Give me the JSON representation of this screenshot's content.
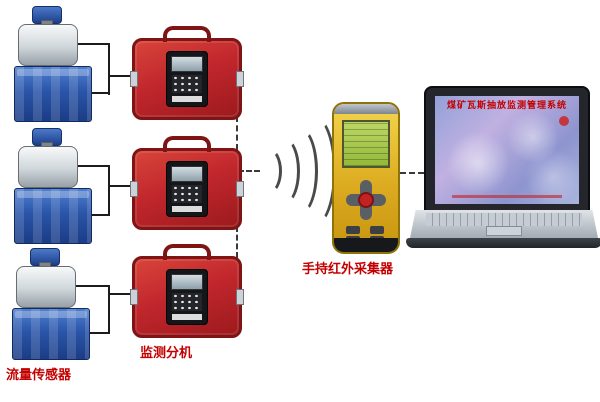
{
  "labels": {
    "flow_sensor": "流量传感器",
    "monitor_unit": "监测分机",
    "handheld_collector": "手持红外采集器"
  },
  "laptop": {
    "screen_title": "煤矿瓦斯抽放监测管理系统"
  },
  "colors": {
    "label_red": "#c40000",
    "box_red": "#c1272d",
    "tank_blue": "#2a55a8",
    "handheld_yellow": "#dcab20",
    "lcd_green": "#94b83a",
    "laptop_screen_purple": "#8d94cf"
  }
}
